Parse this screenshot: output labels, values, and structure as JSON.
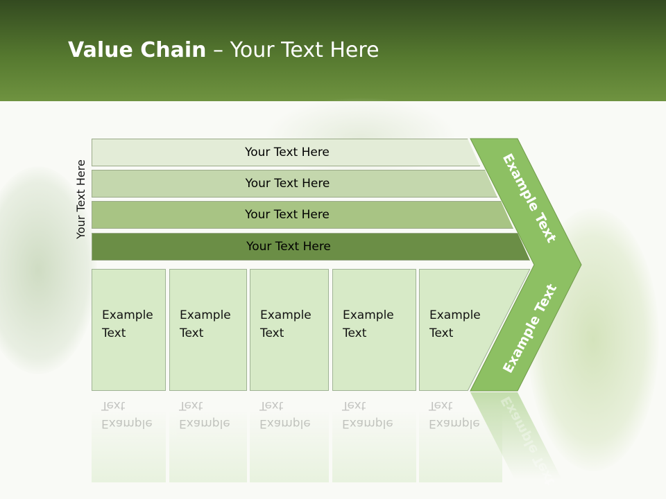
{
  "title": {
    "bold": "Value Chain",
    "rest": " – Your Text Here"
  },
  "side_label": "Your Text Here",
  "bars": [
    {
      "label": "Your Text Here",
      "color": "#e3ecd7"
    },
    {
      "label": "Your Text Here",
      "color": "#c4d7ad"
    },
    {
      "label": "Your Text Here",
      "color": "#a8c484"
    },
    {
      "label": "Your Text Here",
      "color": "#6b8e46"
    }
  ],
  "columns": [
    {
      "line1": "Example",
      "line2": "Text"
    },
    {
      "line1": "Example",
      "line2": "Text"
    },
    {
      "line1": "Example",
      "line2": "Text"
    },
    {
      "line1": "Example",
      "line2": "Text"
    },
    {
      "line1": "Example",
      "line2": "Text"
    }
  ],
  "chevron": {
    "top_label": "Example Text",
    "bottom_label": "Example Text",
    "color": "#8dc063"
  }
}
